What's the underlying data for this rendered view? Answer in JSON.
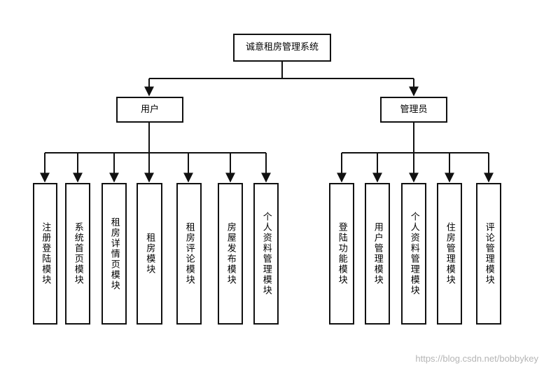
{
  "root": {
    "label": "诚意租房管理系统"
  },
  "branches": [
    {
      "label": "用户",
      "children": [
        {
          "label": "注册登陆模块"
        },
        {
          "label": "系统首页模块"
        },
        {
          "label": "租房详情页模块"
        },
        {
          "label": "租房模块"
        },
        {
          "label": "租房评论模块"
        },
        {
          "label": "房屋发布模块"
        },
        {
          "label": "个人资料管理模块"
        }
      ]
    },
    {
      "label": "管理员",
      "children": [
        {
          "label": "登陆功能模块"
        },
        {
          "label": "用户管理模块"
        },
        {
          "label": "个人资料管理模块"
        },
        {
          "label": "住房管理模块"
        },
        {
          "label": "评论管理模块"
        }
      ]
    }
  ],
  "watermark": "https://blog.csdn.net/bobbykey",
  "colors": {
    "line": "#111111",
    "watermark": "#b5b5b5"
  }
}
